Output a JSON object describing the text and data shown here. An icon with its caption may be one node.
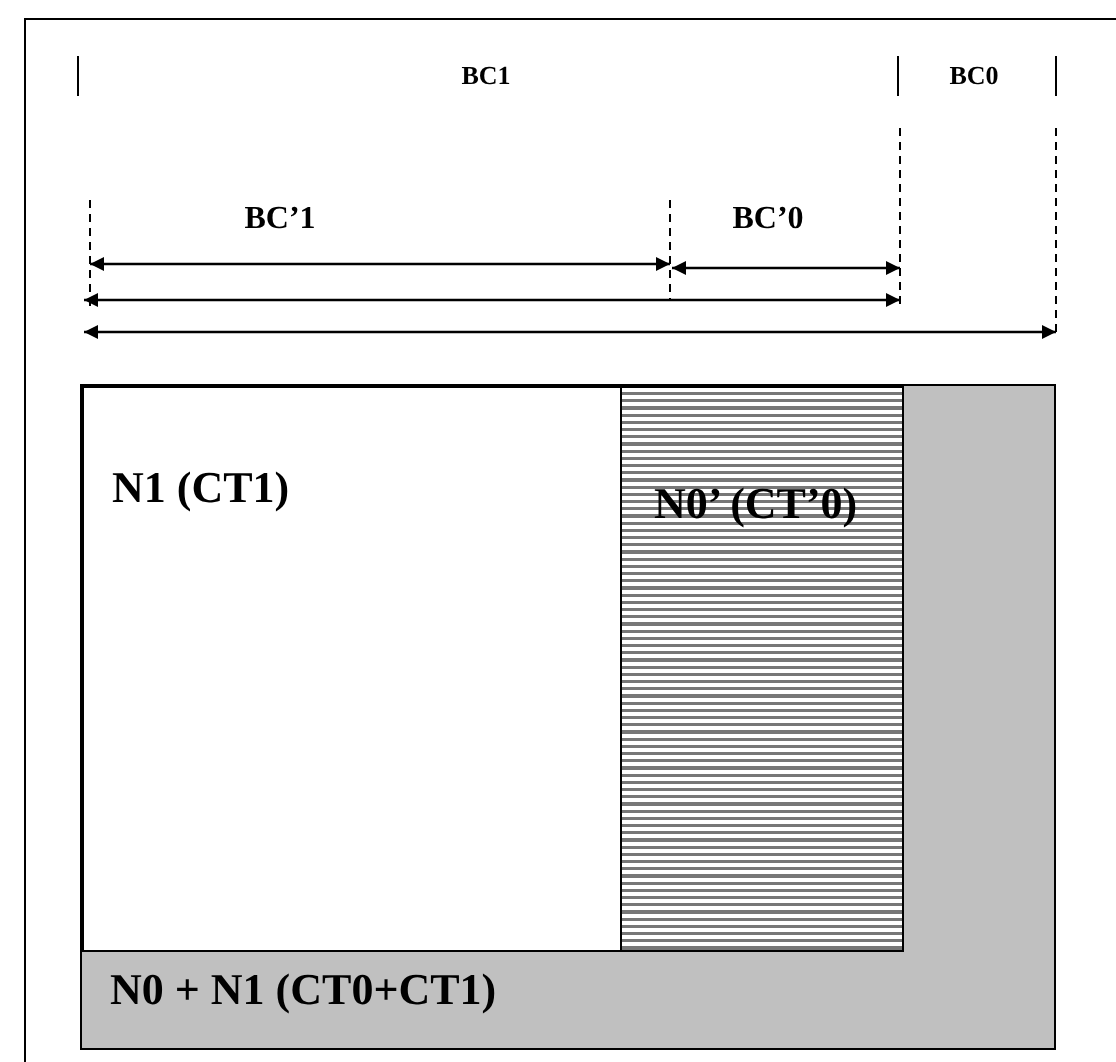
{
  "diagram": {
    "nodes": [
      {
        "text": [
          "N0 + N1 (CT0+CT1)"
        ]
      },
      {
        "text": [
          "N1 (CT1)"
        ],
        "in": 0
      },
      {
        "text": [
          "N0’ (CT’0)"
        ],
        "in": 0
      }
    ],
    "labels": [
      "BC1",
      "BC0",
      "BC’1",
      "BC’0"
    ]
  }
}
